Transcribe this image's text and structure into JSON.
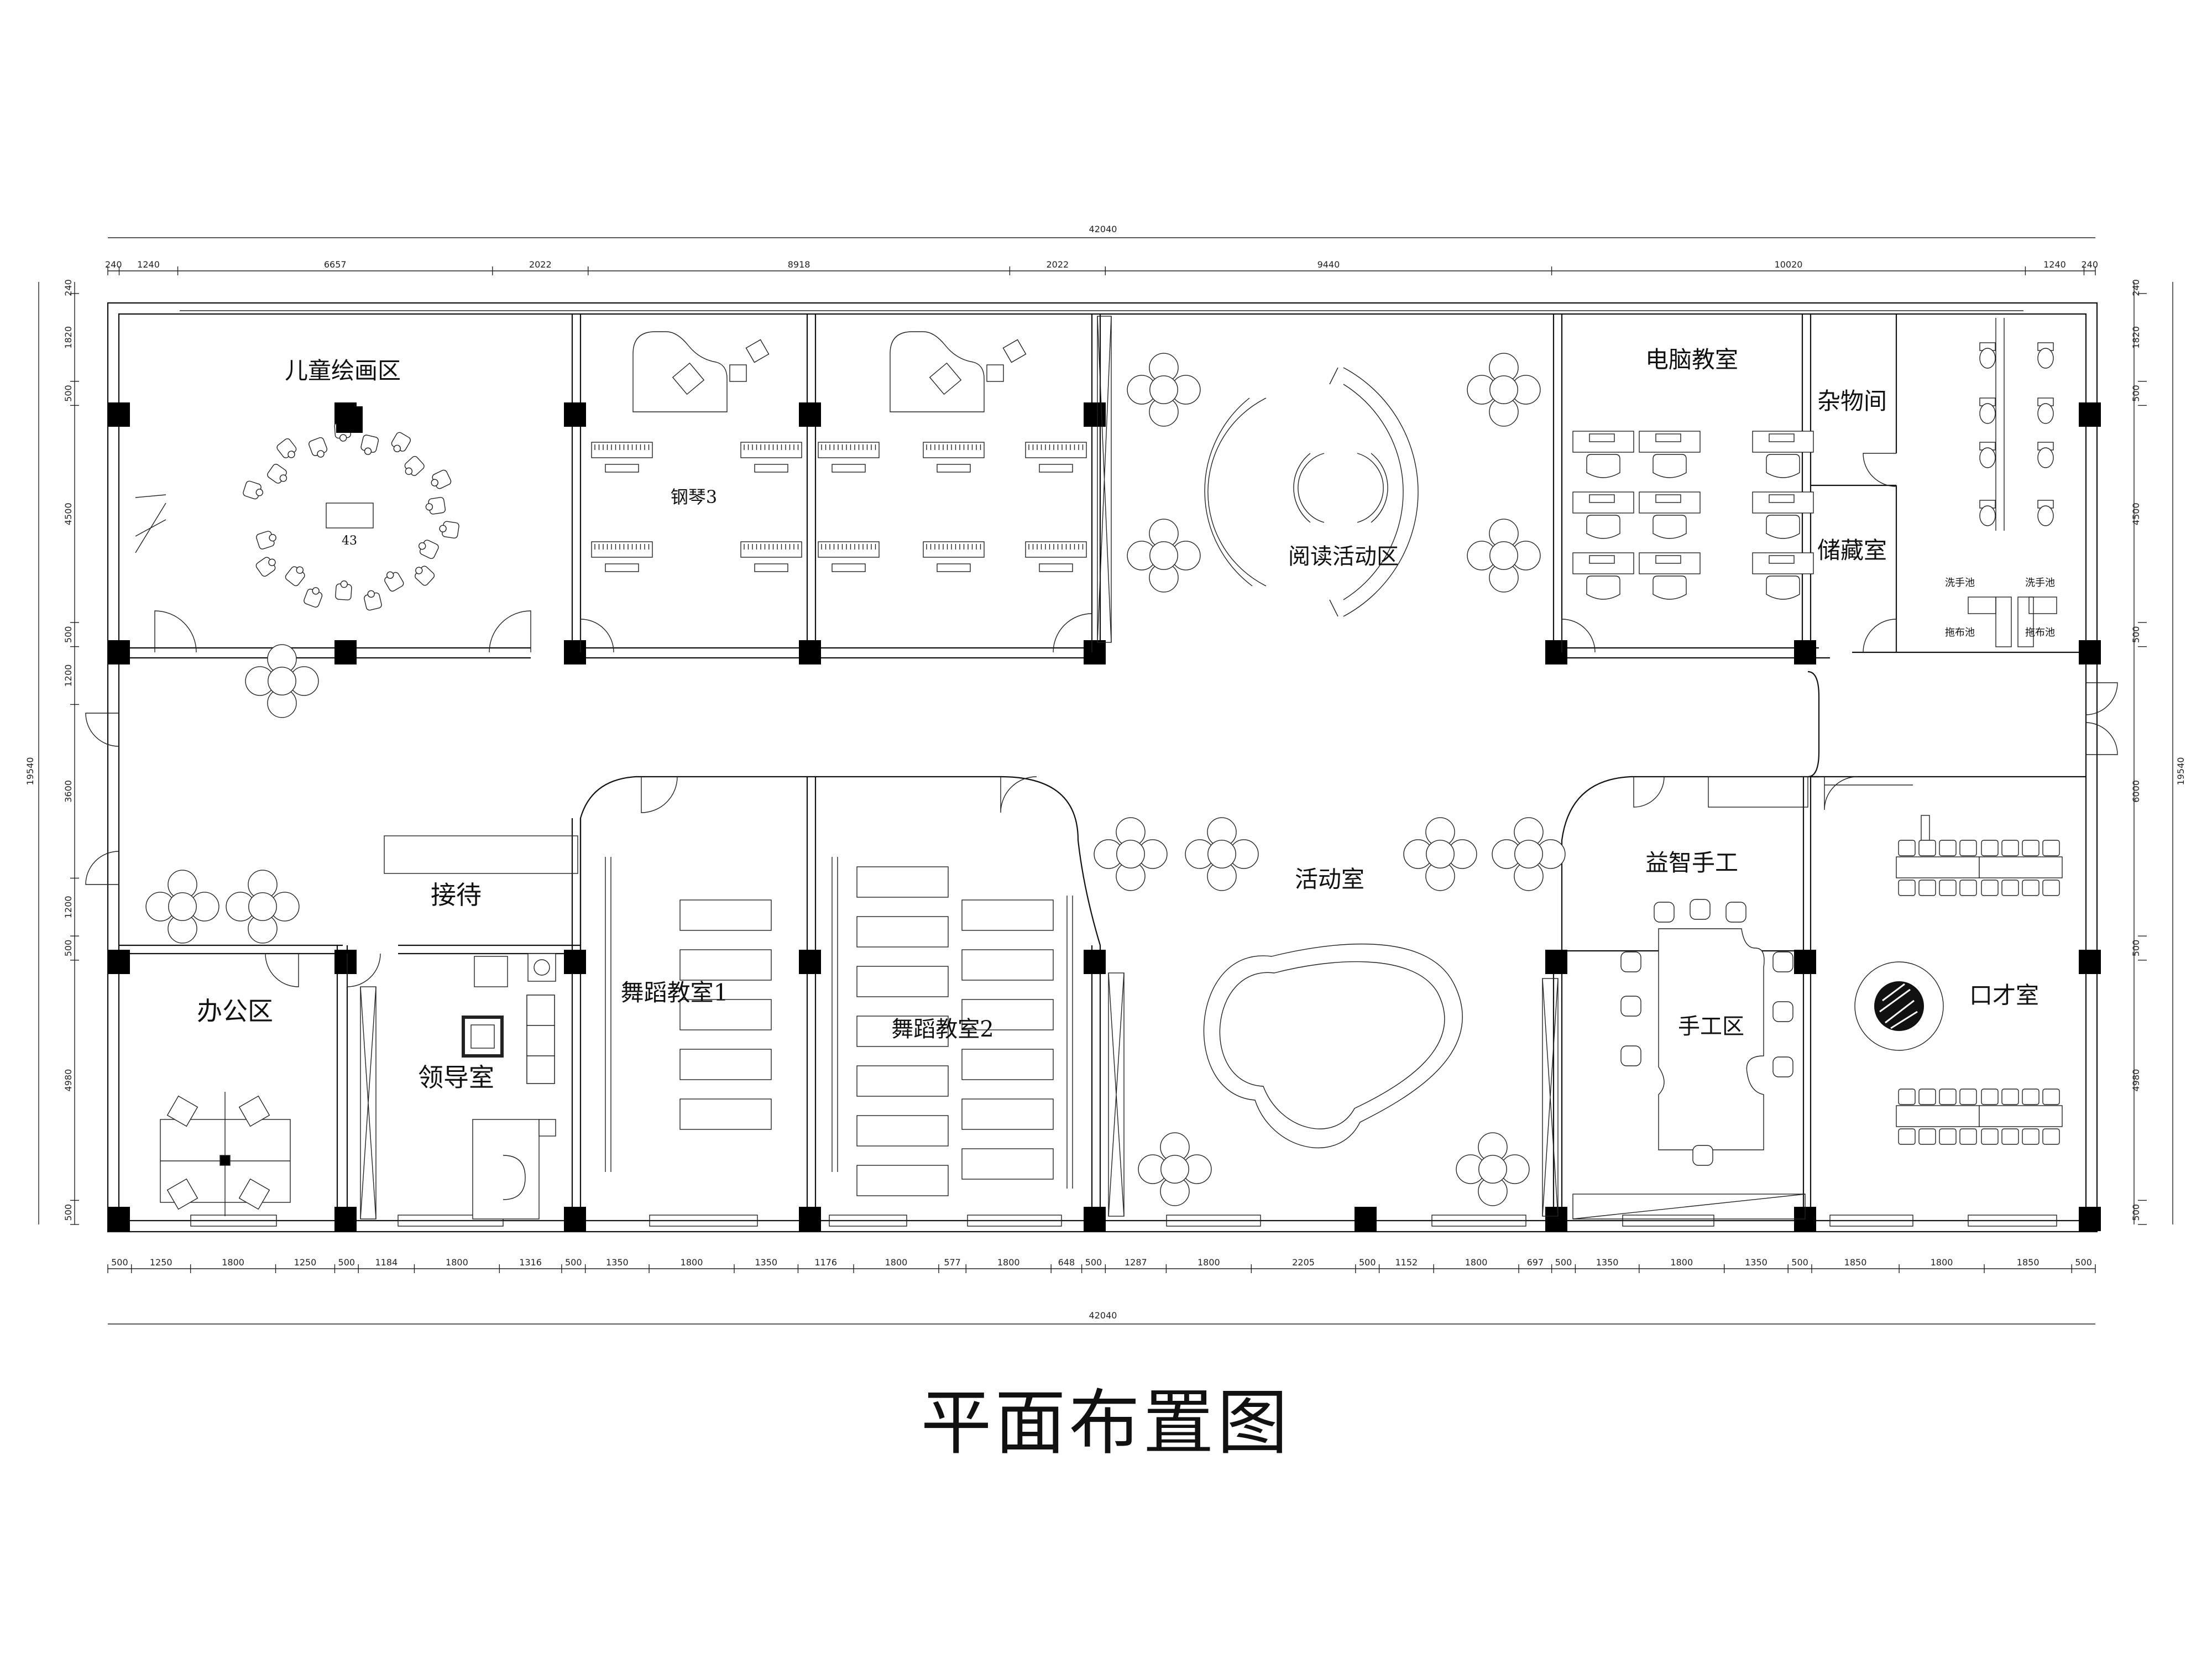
{
  "title": "平面布置图",
  "rooms": {
    "kids_drawing": "儿童绘画区",
    "table_number": "43",
    "piano": "钢琴3",
    "reading": "阅读活动区",
    "computer": "电脑教室",
    "storage_misc": "杂物间",
    "storage": "储藏室",
    "sink_left": "洗手池",
    "sink_right": "洗手池",
    "mop_left": "拖布池",
    "mop_right": "拖布池",
    "reception": "接待",
    "office": "办公区",
    "leader": "领导室",
    "dance1": "舞蹈教室1",
    "dance2": "舞蹈教室2",
    "activity": "活动室",
    "puzzle_craft": "益智手工",
    "craft_zone": "手工区",
    "eloquence": "口才室"
  },
  "dimensions": {
    "overall_top": "42040",
    "overall_bottom": "42040",
    "top": [
      "240",
      "1240",
      "6657",
      "2022",
      "8918",
      "2022",
      "9440",
      "10020",
      "1240",
      "240"
    ],
    "bottom": [
      "500",
      "1250",
      "1800",
      "1250",
      "500",
      "1184",
      "1800",
      "1316",
      "500",
      "1350",
      "1800",
      "1350",
      "1176",
      "1800",
      "577",
      "1800",
      "648",
      "500",
      "1287",
      "1800",
      "2205",
      "500",
      "1152",
      "1800",
      "697",
      "500",
      "1350",
      "1800",
      "1350",
      "500",
      "1850",
      "1800",
      "1850",
      "500"
    ],
    "left": [
      "240",
      "1820",
      "500",
      "4500",
      "500",
      "1200",
      "3600",
      "1200",
      "500",
      "4980",
      "500"
    ],
    "left_total": "19540",
    "right": [
      "240",
      "1820",
      "500",
      "4500",
      "500",
      "6000",
      "500",
      "4980",
      "500"
    ],
    "right_total": "19540"
  }
}
